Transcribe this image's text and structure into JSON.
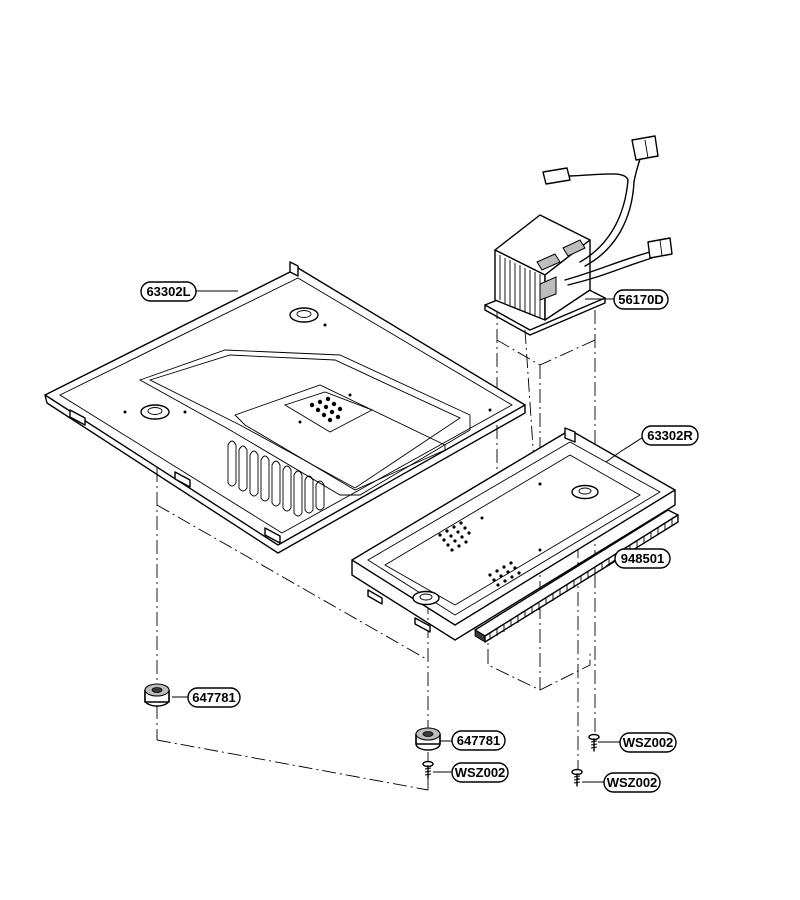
{
  "callouts": {
    "tray_left": "63302L",
    "transformer": "56170D",
    "tray_right": "63302R",
    "heater_strip": "948501",
    "foot_left": "647781",
    "foot_right": "647781",
    "screw_center": "WSZ002",
    "screw_right_upper": "WSZ002",
    "screw_right_lower": "WSZ002"
  }
}
